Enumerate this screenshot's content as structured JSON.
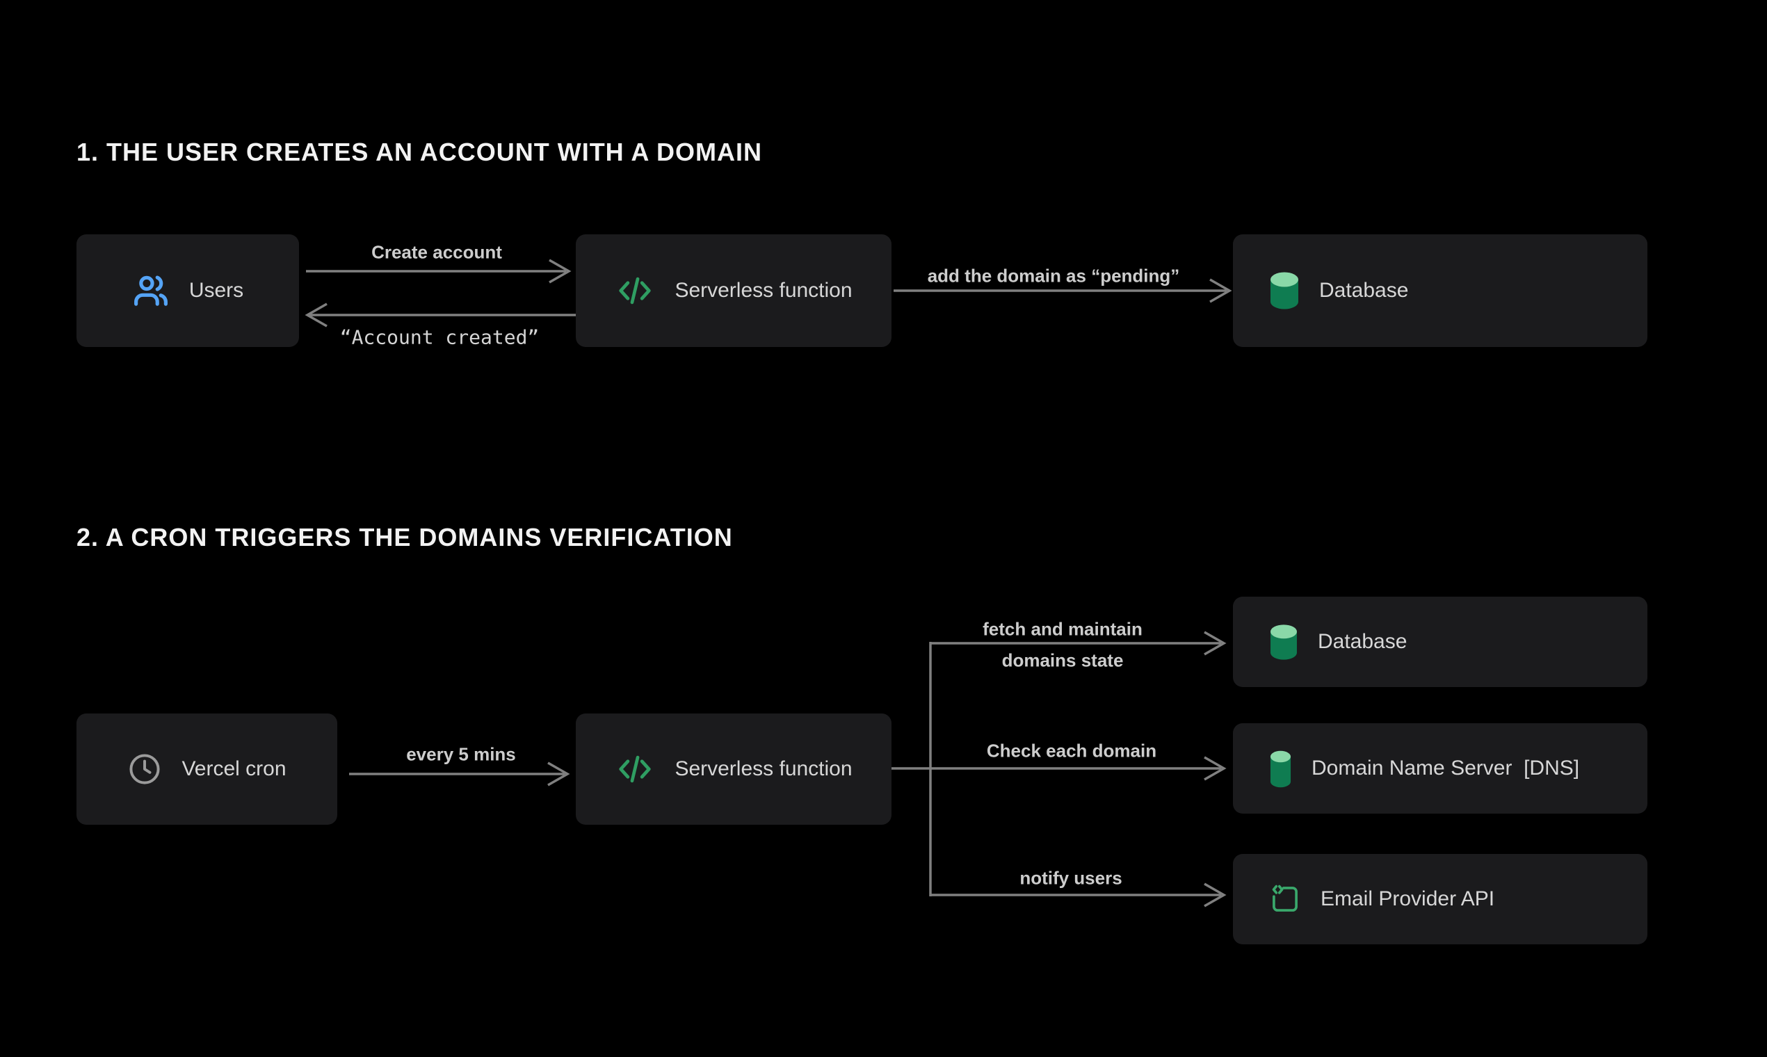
{
  "colors": {
    "background": "#000000",
    "box_bg": "#1b1b1d",
    "box_text": "#d7d7d7",
    "title_text": "#f2f2f2",
    "edge_text": "#cdcdcd",
    "line": "#808080",
    "blue": "#55a4f6",
    "green": "#2f9e62",
    "cylinder_top": "#8ad8a8",
    "cylinder_body": "#0f7c51",
    "email_green": "#3aa96c",
    "clock_gray": "#9b9b9b",
    "dot": "#8c8c8c"
  },
  "section1": {
    "title": "1. THE USER CREATES AN ACCOUNT WITH A DOMAIN",
    "nodes": {
      "users": {
        "label": "Users",
        "icon": "users-icon"
      },
      "serverless": {
        "label": "Serverless function",
        "icon": "code-icon"
      },
      "database": {
        "label": "Database",
        "icon": "database-icon"
      }
    },
    "edges": {
      "create_account": {
        "label": "Create account"
      },
      "account_created": {
        "label": "“Account created”"
      },
      "add_pending": {
        "label": "add the domain as “pending”"
      }
    }
  },
  "section2": {
    "title": "2. A CRON TRIGGERS THE DOMAINS VERIFICATION",
    "nodes": {
      "cron": {
        "label": "Vercel cron",
        "icon": "clock-icon"
      },
      "serverless": {
        "label": "Serverless function",
        "icon": "code-icon"
      },
      "database": {
        "label": "Database",
        "icon": "database-icon"
      },
      "dns": {
        "label": "Domain Name Server  [DNS]",
        "icon": "database-icon"
      },
      "email": {
        "label": "Email Provider API",
        "icon": "email-icon"
      }
    },
    "edges": {
      "every_5_mins": {
        "label": "every 5 mins"
      },
      "fetch_maintain": {
        "label_line1": "fetch and maintain",
        "label_line2": "domains state"
      },
      "check_domain": {
        "label": "Check each domain"
      },
      "notify_users": {
        "label": "notify users"
      }
    }
  }
}
